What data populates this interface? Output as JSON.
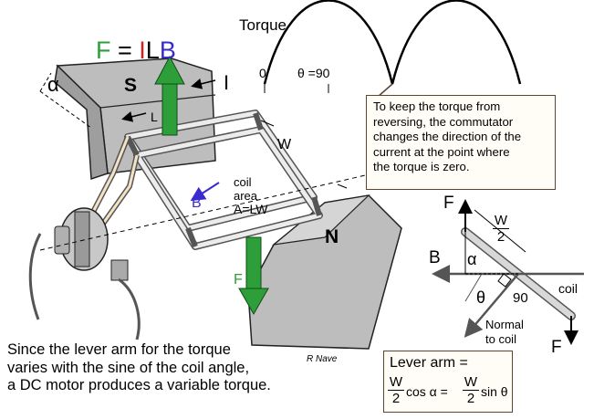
{
  "formula": {
    "F": "F",
    "eq": " = ",
    "I": "I",
    "L": "L",
    "B": "B"
  },
  "colors": {
    "force": "#2e9e3a",
    "current": "#d42020",
    "field": "#3a2ad0",
    "pole": "#bdbdbd",
    "callout_border": "#5a4632"
  },
  "magnet": {
    "south": "S",
    "north": "N"
  },
  "labels": {
    "alpha_top": "α",
    "current_top": "I",
    "current_L": "L",
    "width": "W",
    "coil_area": [
      "coil",
      "area",
      "A=LW"
    ],
    "field_B": "B",
    "force_bottom": "F",
    "credit": "R Nave"
  },
  "torque_graph": {
    "title": "Torque",
    "x0": "0",
    "x90": "θ =90"
  },
  "callout": [
    "To keep the torque from",
    "reversing, the commutator",
    "changes the direction of the",
    "current at the point where",
    "the torque is zero."
  ],
  "lever_diagram": {
    "F_top": "F",
    "F_bottom": "F",
    "B": "B",
    "alpha": "α",
    "theta": "θ",
    "angle_90": "90",
    "coil": "coil",
    "normal": [
      "Normal",
      "to coil"
    ],
    "W_num": "W",
    "W_den": "2"
  },
  "lever_formula": {
    "title": "Lever arm =",
    "num1": "W",
    "den1": "2",
    "mid": "cos α =",
    "num2": "W",
    "den2": "2",
    "end": "sin θ"
  },
  "caption": [
    "Since the lever arm for the torque",
    "varies with the sine of the coil angle,",
    "a DC motor produces a variable torque."
  ]
}
